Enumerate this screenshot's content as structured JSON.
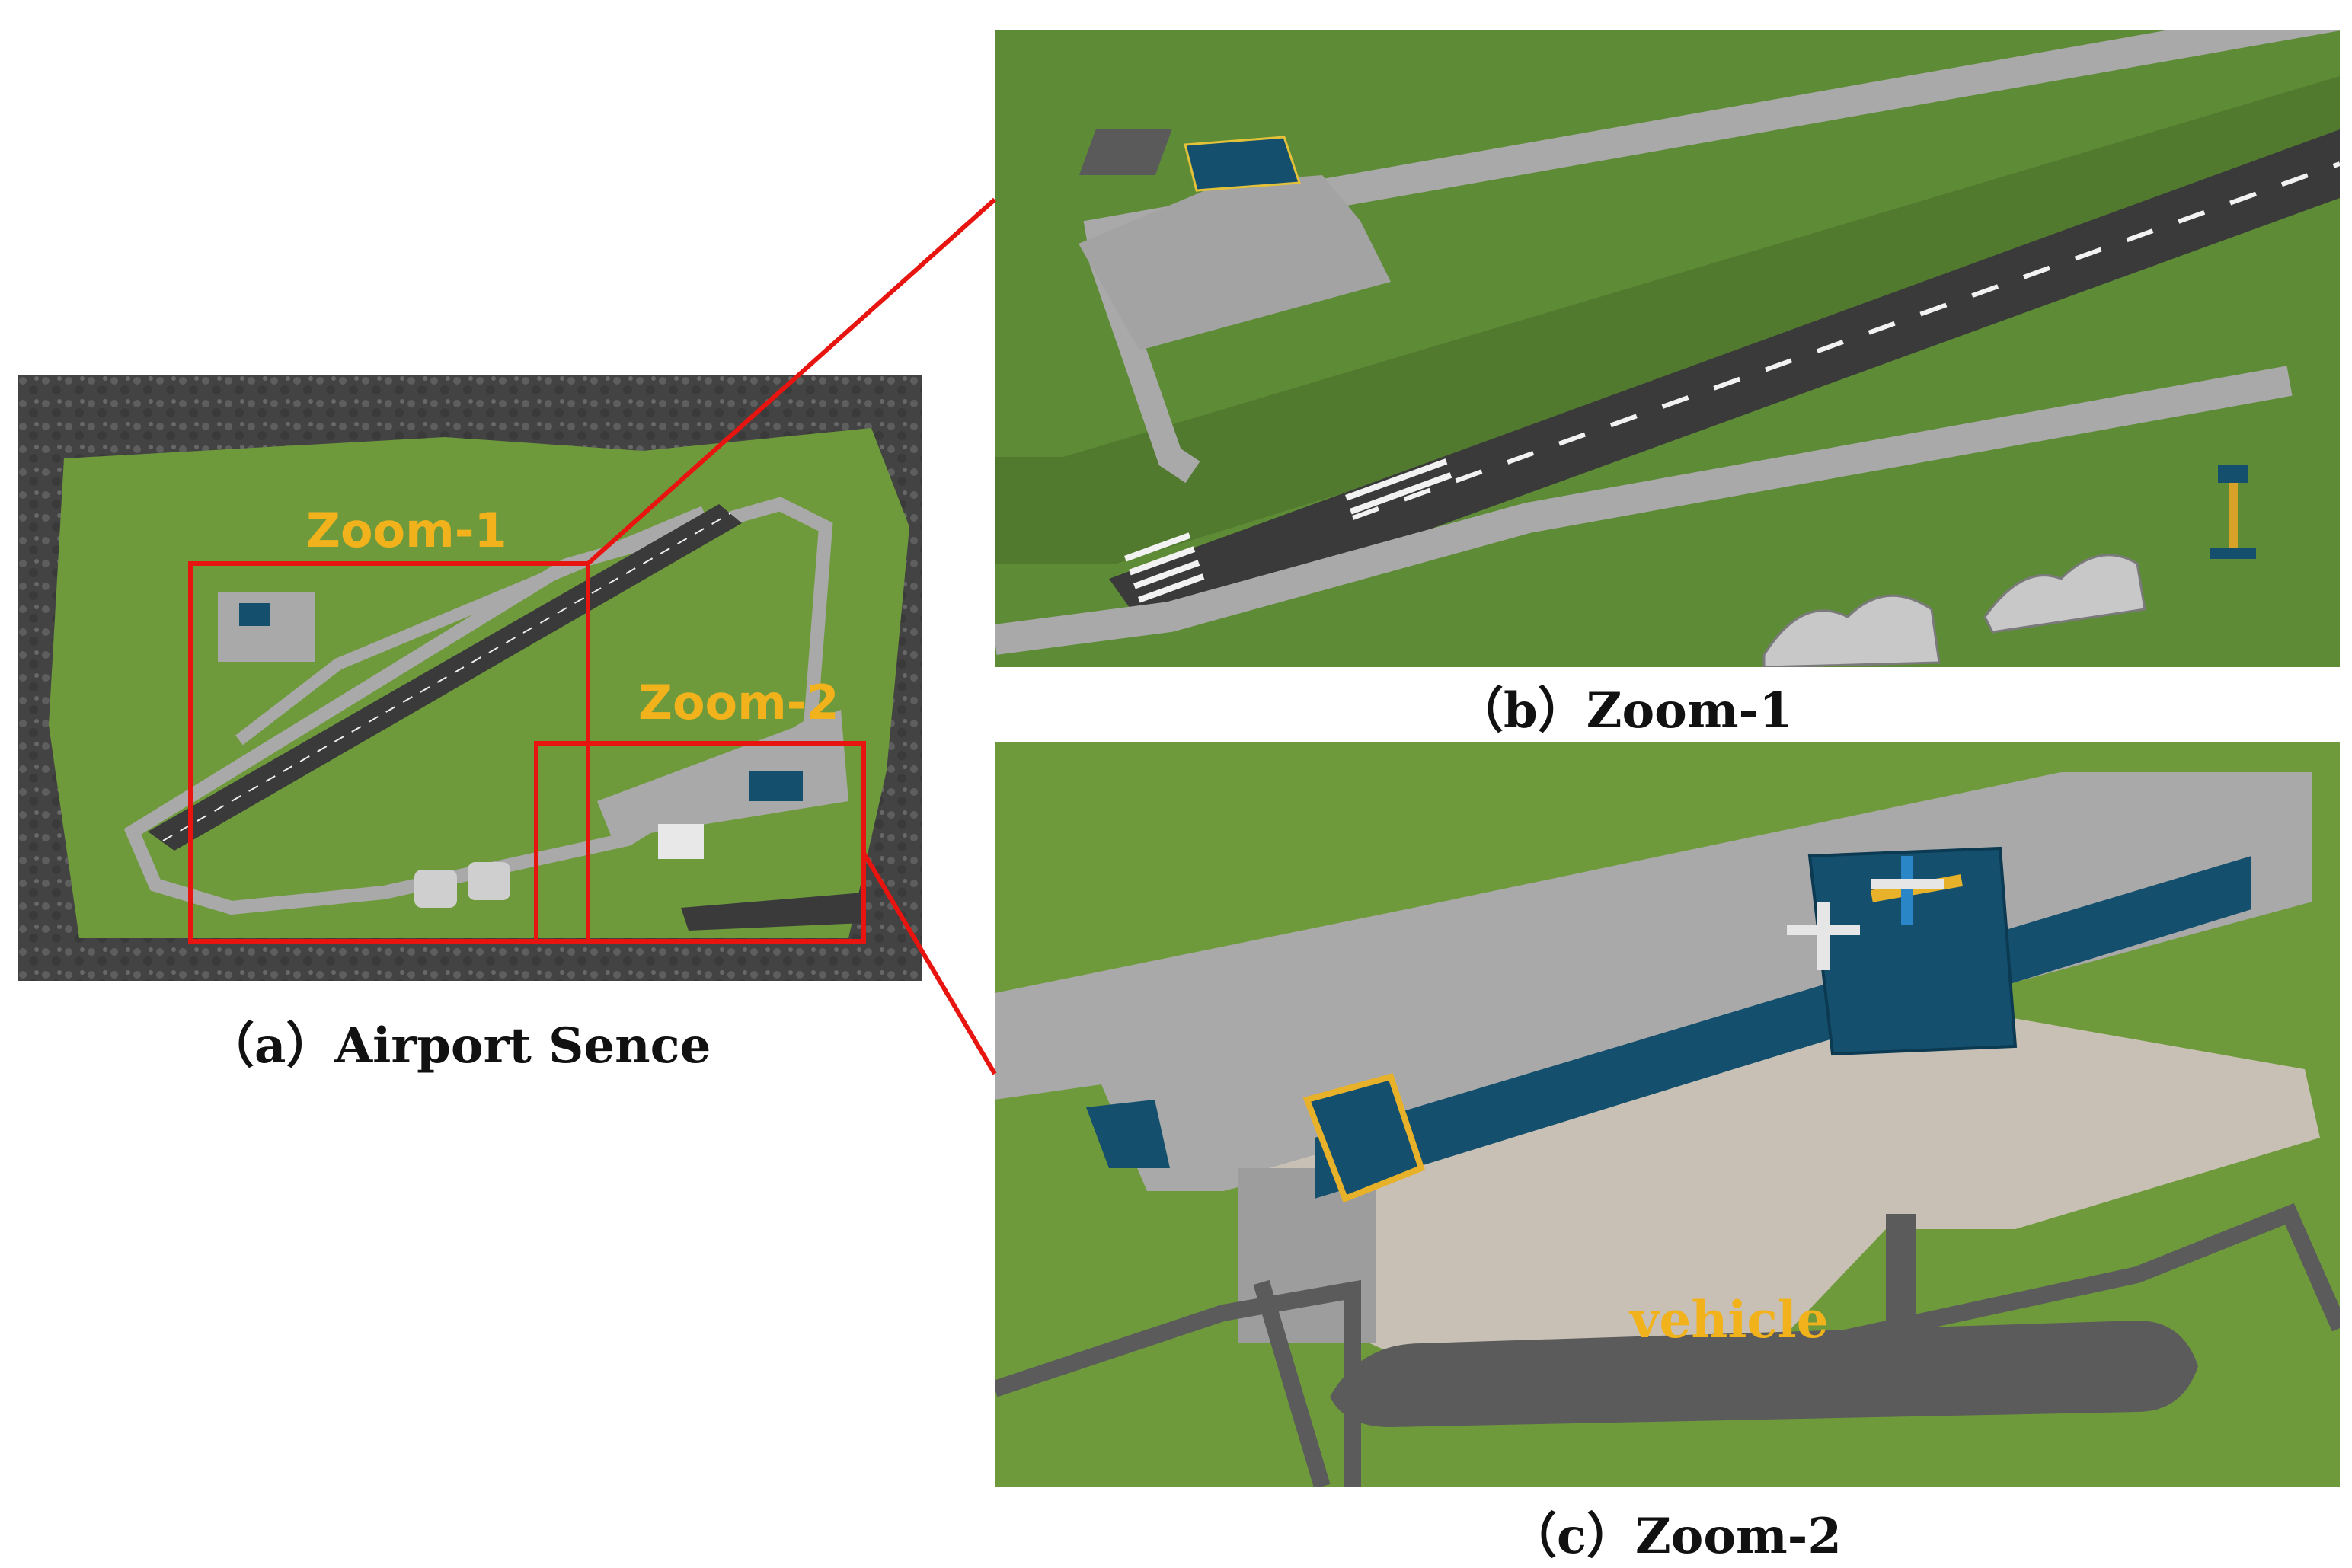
{
  "panels": {
    "a": {
      "caption": "（a）Airport Sence",
      "labels": {
        "zoom1": "Zoom-1",
        "zoom2": "Zoom-2"
      }
    },
    "b": {
      "caption": "（b）Zoom-1"
    },
    "c": {
      "caption": "（c）Zoom-2",
      "labels": {
        "vehicle": "vehicle"
      }
    }
  },
  "colors": {
    "grass": "#5e8b36",
    "runway": "#3a3a3a",
    "apron": "#a9a9a9",
    "terminal": "#14506e",
    "highlight_box": "#e8140f",
    "label_accent": "#f2b21c",
    "satellite_bg": "#4a4a4a"
  }
}
